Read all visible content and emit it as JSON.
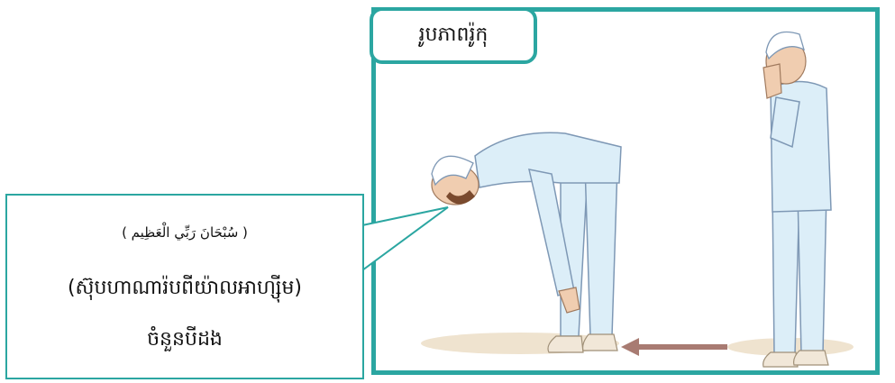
{
  "frame": {
    "title": "រូបភាពរ៉ូកុ"
  },
  "callout": {
    "arabic": "( سُبْحَانَ رَبِّي الْعَظِيم )",
    "transliteration": "(ស៊ុបហាណារ៉បពីយ៉ាលអាហ្ស៊ីម)",
    "count": "ចំនួនបីដង"
  },
  "colors": {
    "accent": "#2ba6a1",
    "clothing": "#dceef8",
    "arrow": "#a87b72"
  }
}
